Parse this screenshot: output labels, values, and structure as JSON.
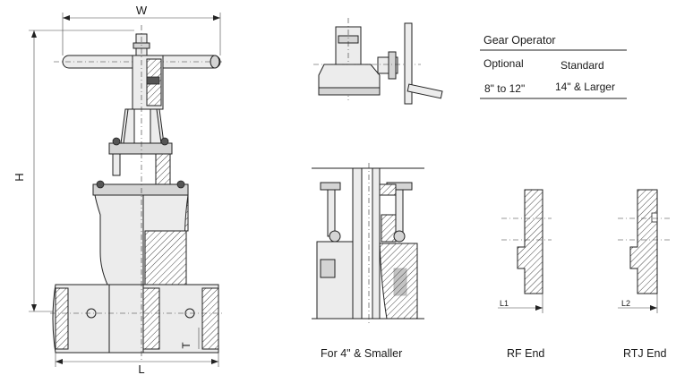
{
  "labels": {
    "width": "W",
    "height": "H",
    "length": "L",
    "t": "T",
    "l1": "L1",
    "l2": "L2",
    "caption_small": "For 4\" & Smaller",
    "caption_rf": "RF End",
    "caption_rtj": "RTJ End"
  },
  "gear_table": {
    "title": "Gear Operator",
    "columns": [
      "Optional",
      "Standard"
    ],
    "row": [
      "8\" to 12\"",
      "14\" & Larger"
    ]
  }
}
